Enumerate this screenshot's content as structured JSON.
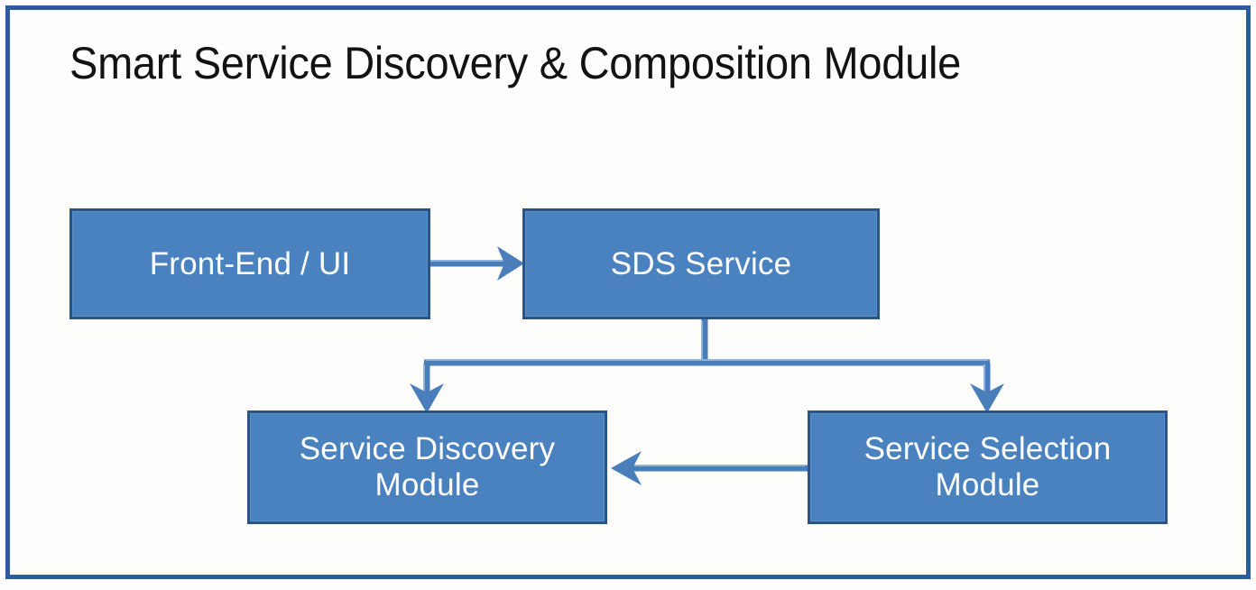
{
  "diagram": {
    "title": "Smart Service Discovery & Composition Module",
    "background_color": "#fdfdfb",
    "frame_border_color": "#2e5b9a",
    "node_fill_color": "#4a81bf",
    "node_border_color": "#2a5486",
    "node_text_color": "#ffffff",
    "connector_color": "#4a7ebb",
    "title_color": "#121212",
    "type": "block-diagram",
    "nodes": [
      {
        "id": "frontend",
        "label": "Front-End / UI"
      },
      {
        "id": "sds",
        "label": "SDS Service"
      },
      {
        "id": "discovery",
        "label": "Service Discovery\nModule",
        "line1": "Service Discovery",
        "line2": "Module"
      },
      {
        "id": "selection",
        "label": "Service Selection\nModule",
        "line1": "Service Selection",
        "line2": "Module"
      }
    ],
    "edges": [
      {
        "from": "frontend",
        "to": "sds",
        "direction": "right",
        "style": "straight-arrow"
      },
      {
        "from": "sds",
        "to": "discovery",
        "direction": "down",
        "style": "elbow-bus-arrow"
      },
      {
        "from": "sds",
        "to": "selection",
        "direction": "down",
        "style": "elbow-bus-arrow"
      },
      {
        "from": "selection",
        "to": "discovery",
        "direction": "left",
        "style": "straight-arrow"
      }
    ]
  }
}
